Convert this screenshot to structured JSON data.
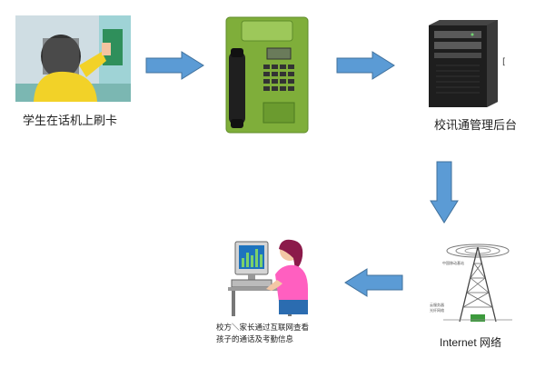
{
  "nodes": {
    "student": {
      "caption": "学生在话机上刷卡"
    },
    "phone": {
      "caption": ""
    },
    "server": {
      "caption": "校讯通管理后台",
      "bracket": "["
    },
    "tower": {
      "caption": "Internet  网络",
      "label_top": "中国移动基站",
      "label_mid1": "云服务器",
      "label_mid2": "光纤网络"
    },
    "computer": {
      "caption_line1": "校方＼家长通过互联网查看",
      "caption_line2": "孩子的通话及考勤信息"
    }
  },
  "colors": {
    "arrow_fill": "#5b9bd5",
    "arrow_stroke": "#41719c",
    "phone_body": "#7fae3a",
    "server_body": "#2d2d2d"
  }
}
